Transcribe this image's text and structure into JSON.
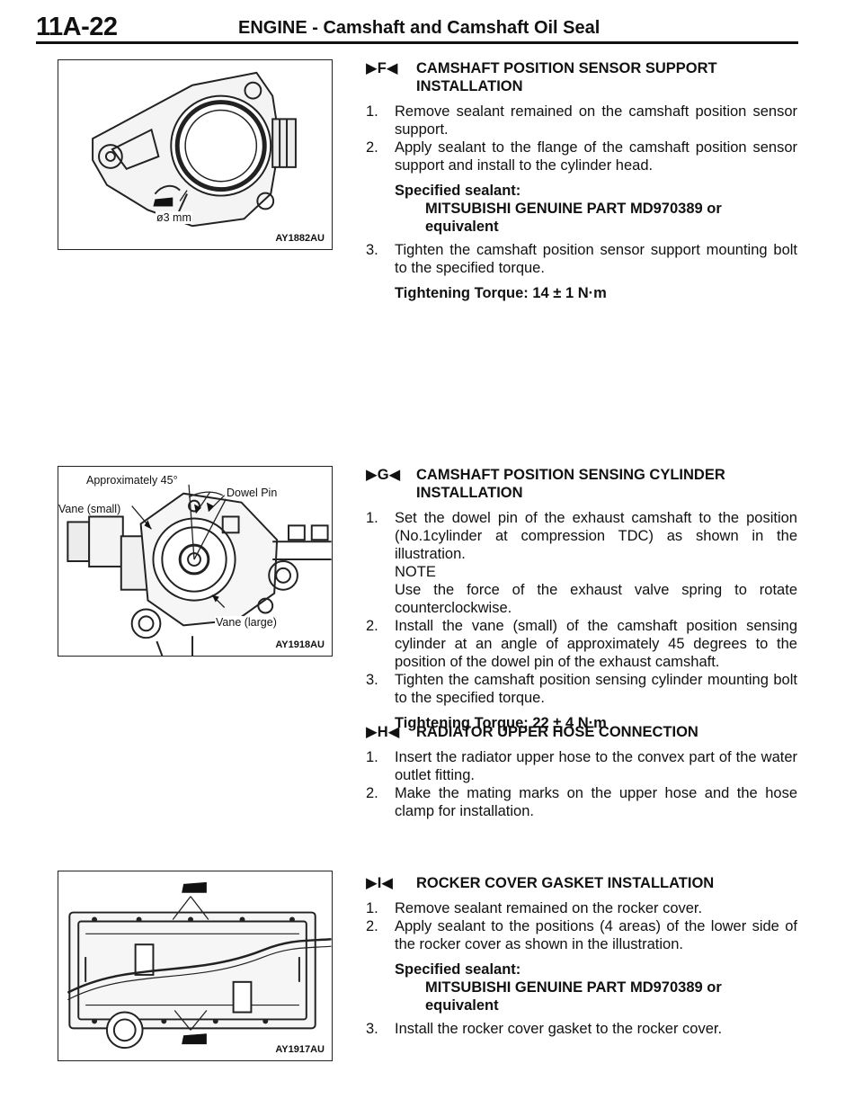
{
  "header": {
    "page_number": "11A-22",
    "title": "ENGINE  -  Camshaft and Camshaft Oil Seal"
  },
  "figures": {
    "fig1": {
      "code": "AY1882AU",
      "label": "ø3 mm"
    },
    "fig2": {
      "code": "AY1918AU",
      "labels": {
        "approx": "Approximately 45°",
        "dowel": "Dowel Pin",
        "vane_small": "Vane (small)",
        "vane_large": "Vane (large)"
      }
    },
    "fig3": {
      "code": "AY1917AU"
    }
  },
  "sections": {
    "f": {
      "marker": "▶F◀",
      "title": "CAMSHAFT POSITION SENSOR SUPPORT INSTALLATION",
      "steps": [
        {
          "num": "1.",
          "text": "Remove sealant remained on the camshaft position sensor support."
        },
        {
          "num": "2.",
          "text": "Apply sealant to the flange of the camshaft position sensor support and install to the cylinder head."
        }
      ],
      "spec_label": "Specified sealant:",
      "spec_value": "MITSUBISHI GENUINE PART MD970389 or equivalent",
      "step3": {
        "num": "3.",
        "text": "Tighten the camshaft position sensor support mounting bolt to the specified torque."
      },
      "torque": "Tightening Torque: 14 ± 1 N·m"
    },
    "g": {
      "marker": "▶G◀",
      "title": "CAMSHAFT POSITION SENSING CYLINDER INSTALLATION",
      "step1": {
        "num": "1.",
        "text": "Set the dowel pin of the exhaust camshaft to the position (No.1cylinder at  compression TDC) as shown in the illustration."
      },
      "note_label": "NOTE",
      "note_text": "Use the force of the exhaust valve spring to rotate counterclockwise.",
      "step2": {
        "num": "2.",
        "text": "Install the vane (small) of the camshaft position sensing cylinder at an angle of approximately 45 degrees to the position of the dowel pin of the exhaust camshaft."
      },
      "step3": {
        "num": "3.",
        "text": "Tighten the camshaft position sensing cylinder mounting bolt to the specified torque."
      },
      "torque": "Tightening Torque: 22 ± 4 N·m"
    },
    "h": {
      "marker": "▶H◀",
      "title": "RADIATOR UPPER HOSE CONNECTION",
      "steps": [
        {
          "num": "1.",
          "text": "Insert the radiator upper hose to the convex part of the water outlet fitting."
        },
        {
          "num": "2.",
          "text": "Make the mating marks on the upper hose and the hose clamp for installation."
        }
      ]
    },
    "i": {
      "marker": "▶I◀",
      "title": "ROCKER COVER GASKET INSTALLATION",
      "steps": [
        {
          "num": "1.",
          "text": "Remove sealant remained on the rocker cover."
        },
        {
          "num": "2.",
          "text": "Apply sealant to the positions (4 areas) of the lower side of the rocker cover as shown in the illustration."
        }
      ],
      "spec_label": "Specified sealant:",
      "spec_value": "MITSUBISHI GENUINE PART MD970389 or equivalent",
      "step3": {
        "num": "3.",
        "text": "Install the rocker cover gasket to the rocker cover."
      }
    }
  }
}
